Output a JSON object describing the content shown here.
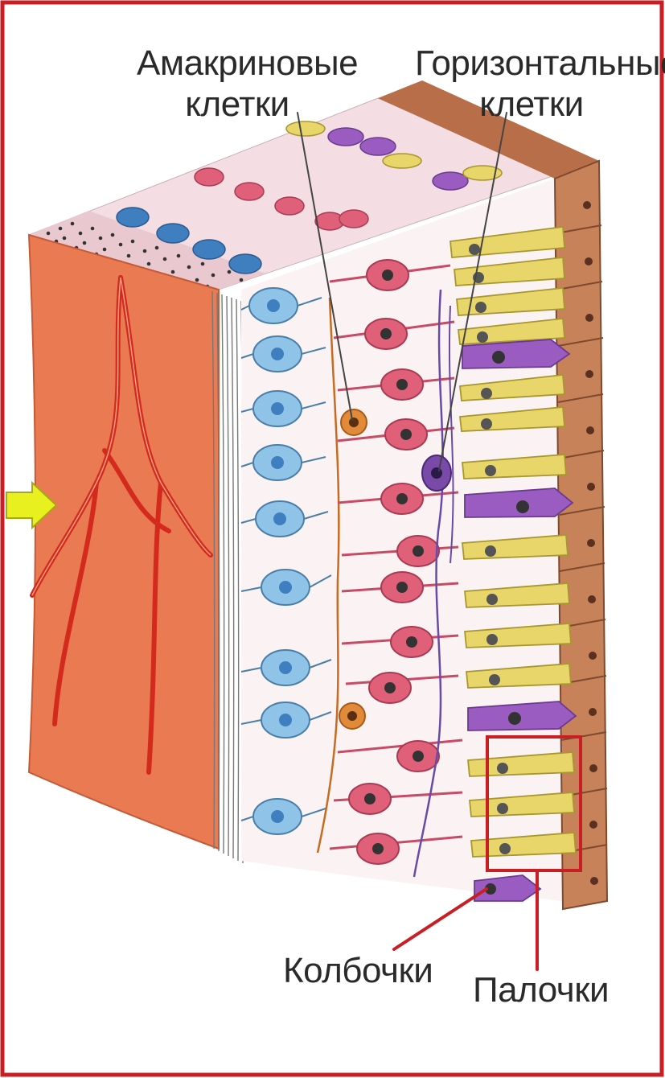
{
  "labels": {
    "amacrine_line1": "Амакриновые",
    "amacrine_line2": "клетки",
    "horizontal_line1": "Горизонтальные",
    "horizontal_line2": "клетки",
    "cones": "Колбочки",
    "rods": "Палочки"
  },
  "colors": {
    "frame": "#c81e24",
    "vessel_tissue": "#e97a52",
    "blood_vessel": "#d42a1e",
    "ganglion_cell": "#8fc3e8",
    "bipolar_cell": "#e0607a",
    "amacrine_cell": "#e08a3a",
    "horizontal_cell": "#7a4aa8",
    "rod": "#e8d66a",
    "cone": "#9a5cc0",
    "pigment_epithelium": "#c8825a",
    "arrow": "#e8f020"
  },
  "icons": {
    "light_direction": "yellow-arrow-icon"
  }
}
